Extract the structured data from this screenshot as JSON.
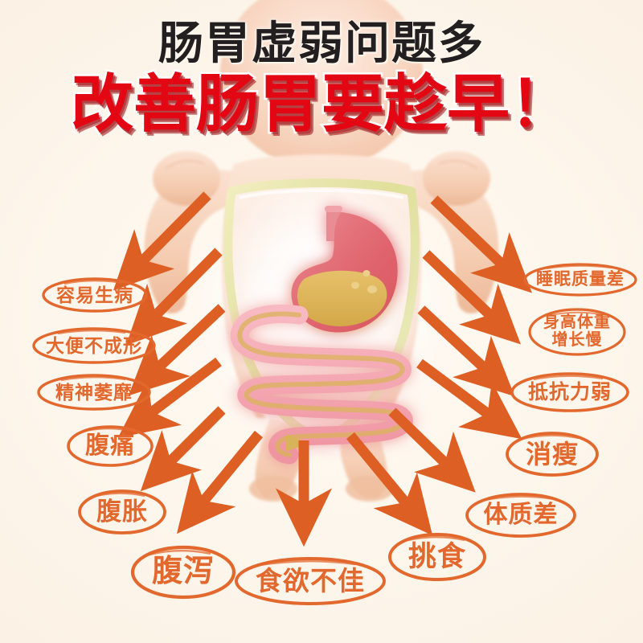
{
  "poster": {
    "background_color": "#fdf6ec",
    "accent_orange": "#e2682d",
    "arrow_color": "#de5f24",
    "headline_red": "#e30613",
    "headline_black": "#231f20"
  },
  "headline": {
    "top_line": "肠胃虚弱问题多",
    "main_line": "改善肠胃要趁早！"
  },
  "illustration": {
    "name": "child-with-digestive-system",
    "skin_color": "#f6cdb4",
    "shield_color": "#e8e3a8",
    "stomach_color": "#e2707a",
    "intestine_color": "#f2a0ac",
    "food_color": "#dcb45c",
    "parts": [
      "child-body",
      "protective-shield",
      "stomach",
      "small-intestine",
      "esophagus"
    ]
  },
  "symptoms": {
    "left": [
      {
        "text": "容易生病",
        "id": "symptom-easy-to-get-sick"
      },
      {
        "text": "大便不成形",
        "id": "symptom-loose-stool"
      },
      {
        "text": "精神萎靡",
        "id": "symptom-listless"
      },
      {
        "text": "腹痛",
        "id": "symptom-abdominal-pain"
      },
      {
        "text": "腹胀",
        "id": "symptom-bloating"
      },
      {
        "text": "腹泻",
        "id": "symptom-diarrhea"
      }
    ],
    "bottom": [
      {
        "text": "食欲不佳",
        "id": "symptom-poor-appetite"
      },
      {
        "text": "挑食",
        "id": "symptom-picky-eating"
      }
    ],
    "right": [
      {
        "text": "睡眠质量差",
        "id": "symptom-poor-sleep"
      },
      {
        "text": "身高体重\n增长慢",
        "id": "symptom-slow-growth"
      },
      {
        "text": "抵抗力弱",
        "id": "symptom-low-immunity"
      },
      {
        "text": "消瘦",
        "id": "symptom-thin"
      },
      {
        "text": "体质差",
        "id": "symptom-weak-constitution"
      }
    ]
  },
  "arrows": {
    "count": 13,
    "color": "#de5f24",
    "description": "outward-pointing arrows from center to each symptom label"
  }
}
